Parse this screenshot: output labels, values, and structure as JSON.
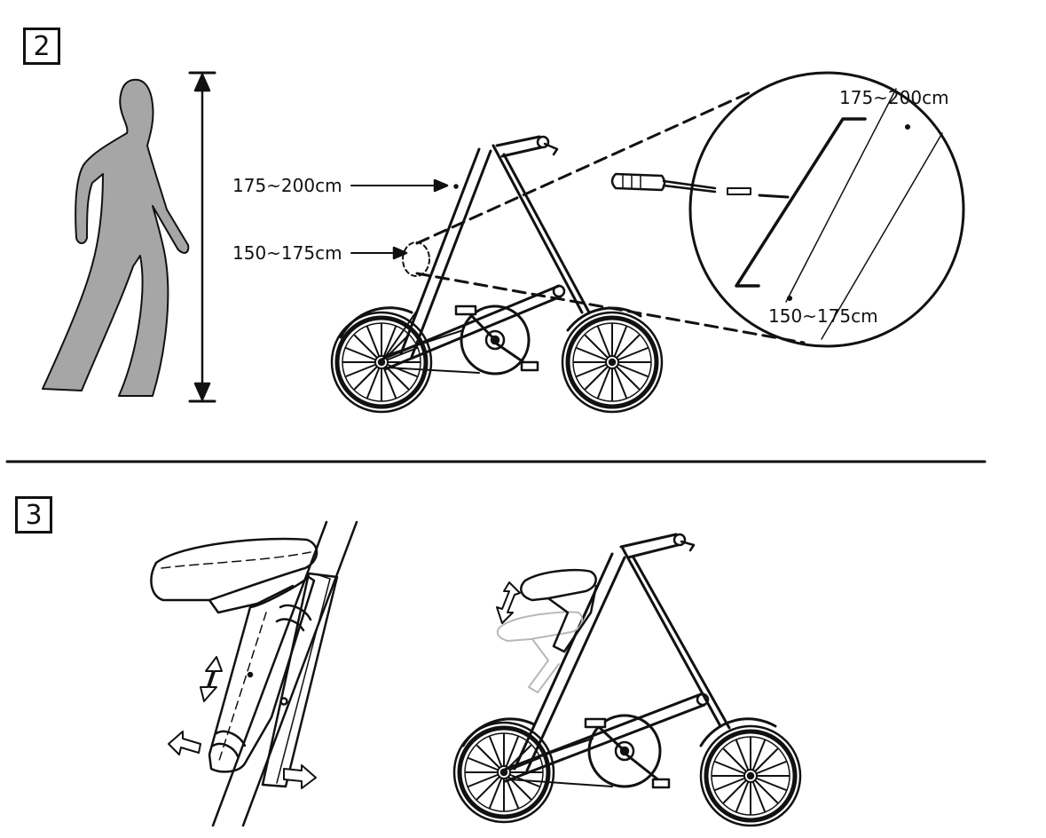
{
  "steps": {
    "step2_number": "2",
    "step3_number": "3"
  },
  "step2": {
    "label_upper": "175~200cm",
    "label_lower": "150~175cm",
    "zoom_label_upper": "175~200cm",
    "zoom_label_lower": "150~175cm"
  },
  "colors": {
    "line": "#111111",
    "figure_fill": "#a6a6a6",
    "ghost_line": "#b8b8b8"
  }
}
